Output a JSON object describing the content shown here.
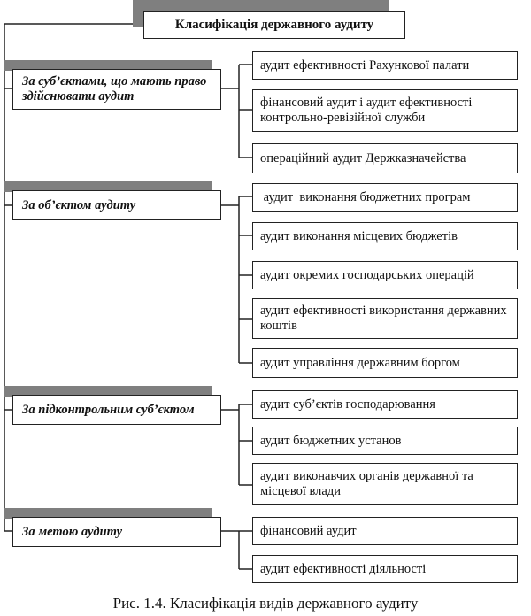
{
  "title": "Класифікація державного аудиту",
  "categories": [
    {
      "label": "За  суб’єктами, що мають право здійснювати аудит",
      "items": [
        "аудит ефективності Рахункової палати",
        "фінансовий аудит і  аудит ефективності контрольно-ревізійної служби",
        "операційний аудит Держказначейства"
      ]
    },
    {
      "label": "За об’єктом аудиту",
      "items": [
        " аудит  виконання бюджетних програм",
        "аудит виконання місцевих бюджетів",
        "аудит окремих господарських операцій",
        "аудит ефективності використання державних коштів",
        "аудит управління державним боргом"
      ]
    },
    {
      "label": "За підконтрольним суб’єктом",
      "items": [
        "аудит суб’єктів господарювання",
        "аудит бюджетних установ",
        "аудит виконавчих органів державної та місцевої влади"
      ]
    },
    {
      "label": "За метою аудиту",
      "items": [
        "фінансовий аудит",
        "аудит ефективності діяльності"
      ]
    }
  ],
  "caption": "Рис. 1.4. Класифікація видів державного аудиту"
}
